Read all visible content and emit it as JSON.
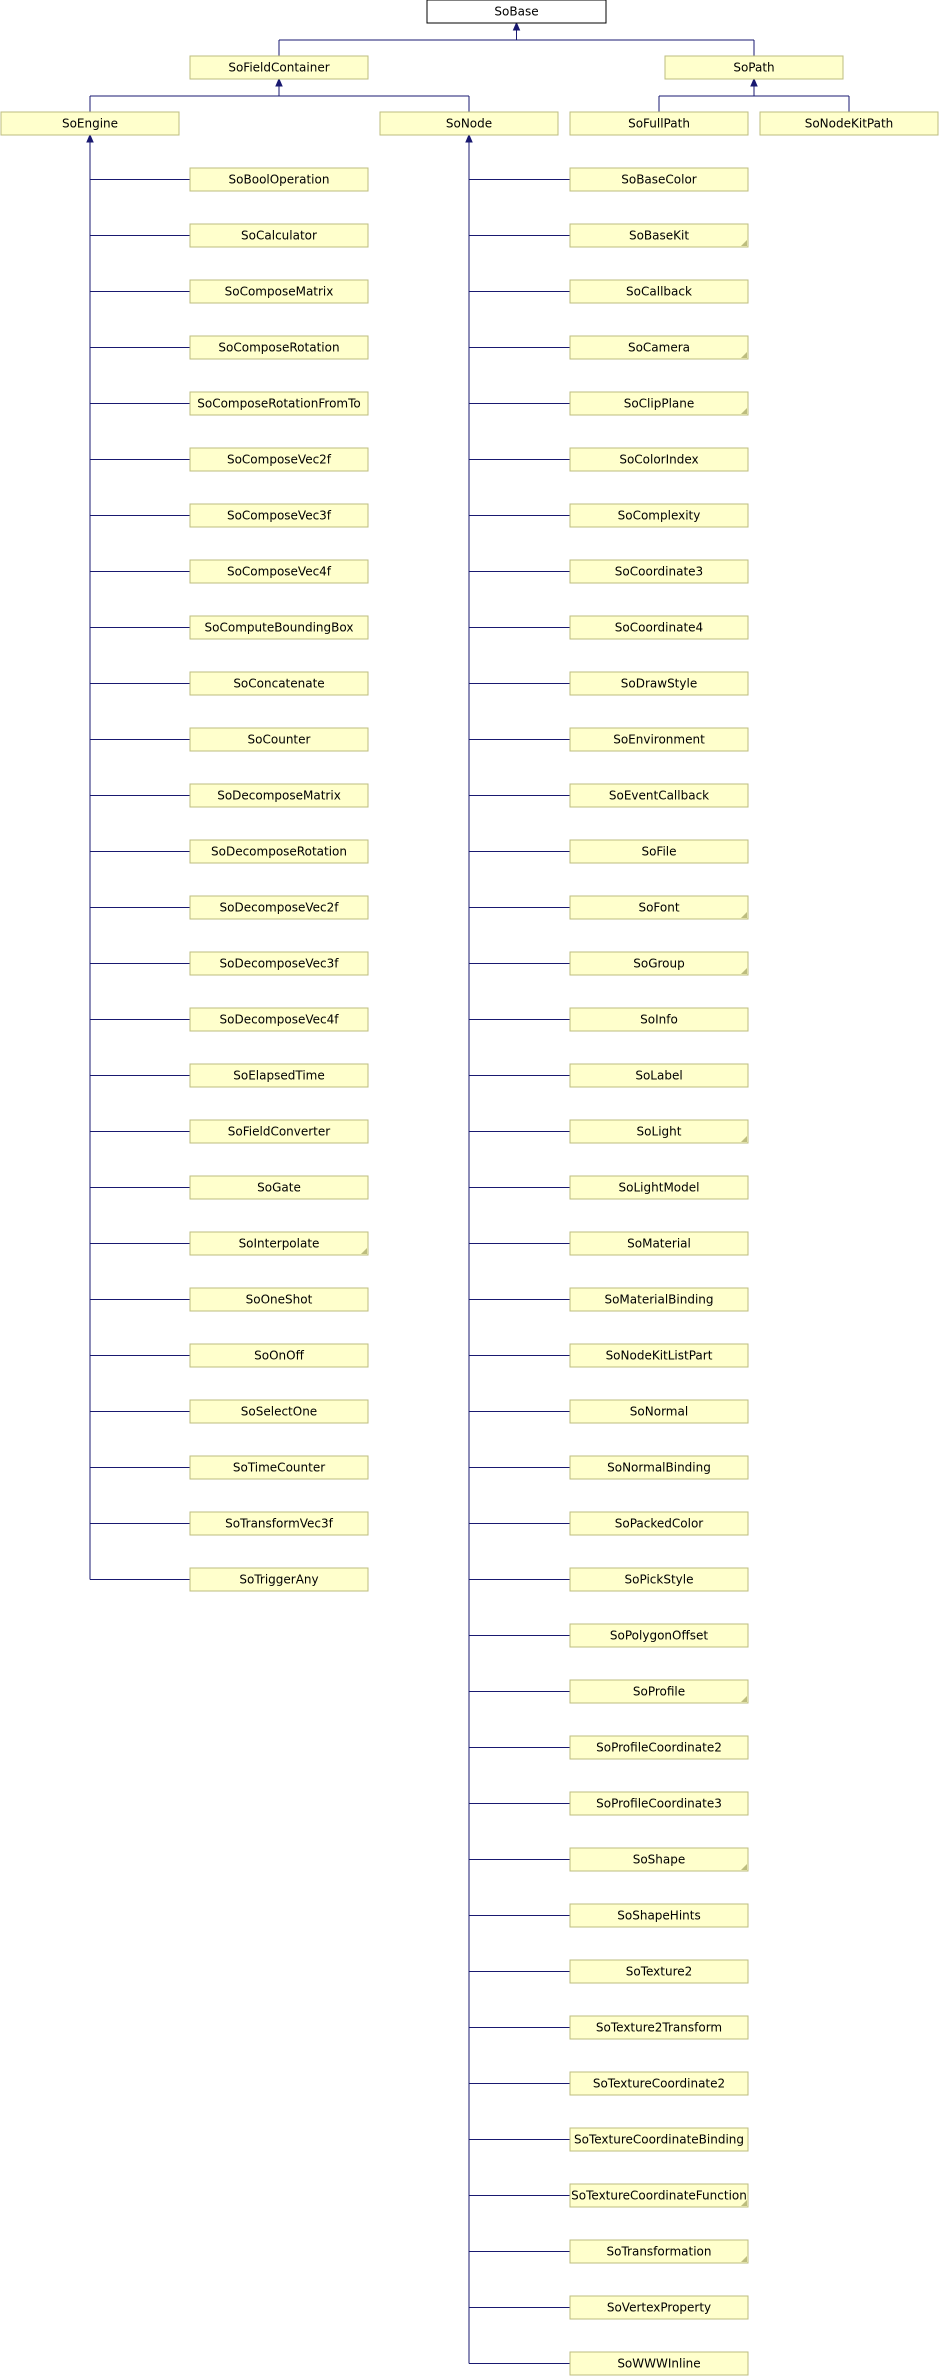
{
  "diagram": {
    "root": {
      "label": "SoBase"
    },
    "level1": [
      {
        "label": "SoFieldContainer"
      },
      {
        "label": "SoPath"
      }
    ],
    "level2": [
      {
        "label": "SoEngine"
      },
      {
        "label": "SoNode"
      },
      {
        "label": "SoFullPath"
      },
      {
        "label": "SoNodeKitPath"
      }
    ],
    "engines": [
      {
        "label": "SoBoolOperation",
        "has_more": false
      },
      {
        "label": "SoCalculator",
        "has_more": false
      },
      {
        "label": "SoComposeMatrix",
        "has_more": false
      },
      {
        "label": "SoComposeRotation",
        "has_more": false
      },
      {
        "label": "SoComposeRotationFromTo",
        "has_more": false
      },
      {
        "label": "SoComposeVec2f",
        "has_more": false
      },
      {
        "label": "SoComposeVec3f",
        "has_more": false
      },
      {
        "label": "SoComposeVec4f",
        "has_more": false
      },
      {
        "label": "SoComputeBoundingBox",
        "has_more": false
      },
      {
        "label": "SoConcatenate",
        "has_more": false
      },
      {
        "label": "SoCounter",
        "has_more": false
      },
      {
        "label": "SoDecomposeMatrix",
        "has_more": false
      },
      {
        "label": "SoDecomposeRotation",
        "has_more": false
      },
      {
        "label": "SoDecomposeVec2f",
        "has_more": false
      },
      {
        "label": "SoDecomposeVec3f",
        "has_more": false
      },
      {
        "label": "SoDecomposeVec4f",
        "has_more": false
      },
      {
        "label": "SoElapsedTime",
        "has_more": false
      },
      {
        "label": "SoFieldConverter",
        "has_more": false
      },
      {
        "label": "SoGate",
        "has_more": false
      },
      {
        "label": "SoInterpolate",
        "has_more": true
      },
      {
        "label": "SoOneShot",
        "has_more": false
      },
      {
        "label": "SoOnOff",
        "has_more": false
      },
      {
        "label": "SoSelectOne",
        "has_more": false
      },
      {
        "label": "SoTimeCounter",
        "has_more": false
      },
      {
        "label": "SoTransformVec3f",
        "has_more": false
      },
      {
        "label": "SoTriggerAny",
        "has_more": false
      }
    ],
    "nodes": [
      {
        "label": "SoBaseColor",
        "has_more": false
      },
      {
        "label": "SoBaseKit",
        "has_more": true
      },
      {
        "label": "SoCallback",
        "has_more": false
      },
      {
        "label": "SoCamera",
        "has_more": true
      },
      {
        "label": "SoClipPlane",
        "has_more": true
      },
      {
        "label": "SoColorIndex",
        "has_more": false
      },
      {
        "label": "SoComplexity",
        "has_more": false
      },
      {
        "label": "SoCoordinate3",
        "has_more": false
      },
      {
        "label": "SoCoordinate4",
        "has_more": false
      },
      {
        "label": "SoDrawStyle",
        "has_more": false
      },
      {
        "label": "SoEnvironment",
        "has_more": false
      },
      {
        "label": "SoEventCallback",
        "has_more": false
      },
      {
        "label": "SoFile",
        "has_more": false
      },
      {
        "label": "SoFont",
        "has_more": true
      },
      {
        "label": "SoGroup",
        "has_more": true
      },
      {
        "label": "SoInfo",
        "has_more": false
      },
      {
        "label": "SoLabel",
        "has_more": false
      },
      {
        "label": "SoLight",
        "has_more": true
      },
      {
        "label": "SoLightModel",
        "has_more": false
      },
      {
        "label": "SoMaterial",
        "has_more": false
      },
      {
        "label": "SoMaterialBinding",
        "has_more": false
      },
      {
        "label": "SoNodeKitListPart",
        "has_more": false
      },
      {
        "label": "SoNormal",
        "has_more": false
      },
      {
        "label": "SoNormalBinding",
        "has_more": false
      },
      {
        "label": "SoPackedColor",
        "has_more": false
      },
      {
        "label": "SoPickStyle",
        "has_more": false
      },
      {
        "label": "SoPolygonOffset",
        "has_more": false
      },
      {
        "label": "SoProfile",
        "has_more": true
      },
      {
        "label": "SoProfileCoordinate2",
        "has_more": false
      },
      {
        "label": "SoProfileCoordinate3",
        "has_more": false
      },
      {
        "label": "SoShape",
        "has_more": true
      },
      {
        "label": "SoShapeHints",
        "has_more": false
      },
      {
        "label": "SoTexture2",
        "has_more": false
      },
      {
        "label": "SoTexture2Transform",
        "has_more": false
      },
      {
        "label": "SoTextureCoordinate2",
        "has_more": false
      },
      {
        "label": "SoTextureCoordinateBinding",
        "has_more": false
      },
      {
        "label": "SoTextureCoordinateFunction",
        "has_more": true
      },
      {
        "label": "SoTransformation",
        "has_more": true
      },
      {
        "label": "SoVertexProperty",
        "has_more": false
      },
      {
        "label": "SoWWWInline",
        "has_more": false
      }
    ],
    "colors": {
      "box_fill": "#ffffcc",
      "box_stroke": "#bdbd7f",
      "root_fill": "#ffffff",
      "root_stroke": "#000000",
      "edge": "#191970"
    }
  }
}
